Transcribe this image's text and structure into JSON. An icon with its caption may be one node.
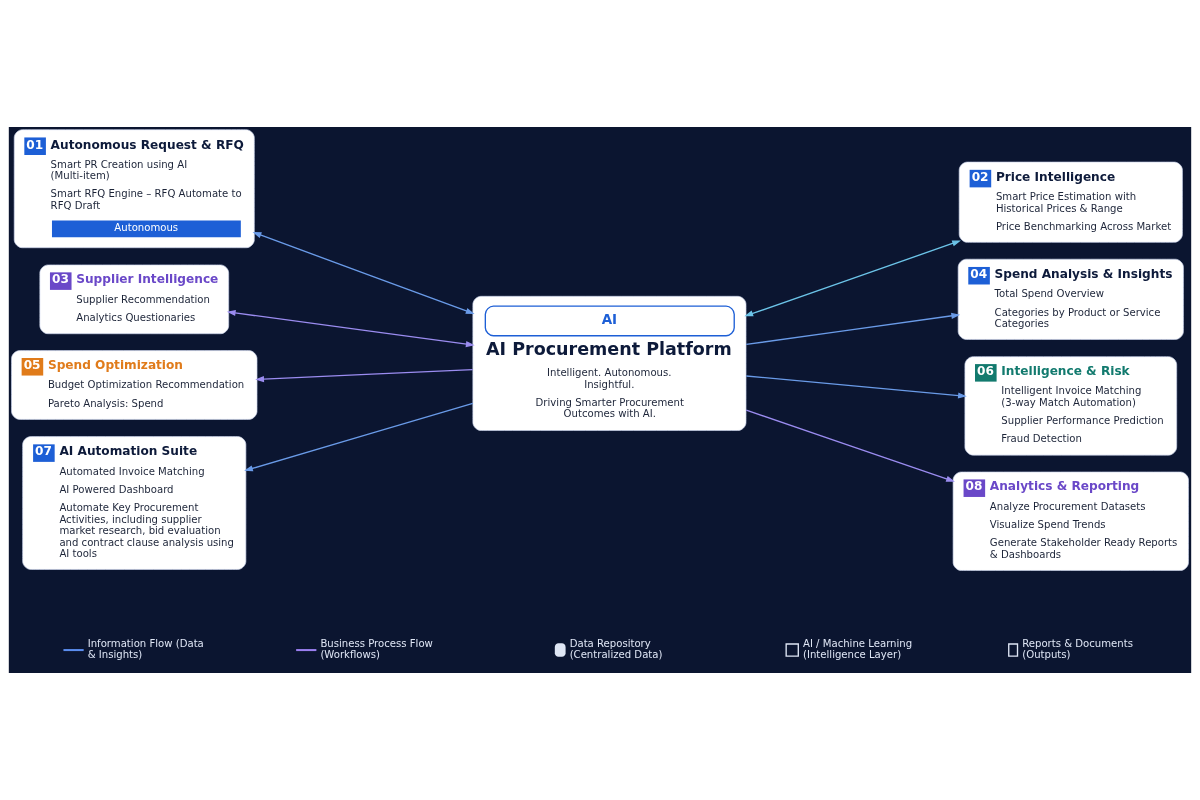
{
  "diagram": {
    "nodes": [
      {
        "text": [
          "01",
          "Autonomous Request & RFQ",
          "Smart PR Creation using AI (Multi-item)",
          "Smart RFQ Engine – RFQ Automate to RFQ Draft",
          "Autonomous"
        ]
      },
      {
        "text": [
          "02",
          "Price Intelligence",
          "Smart Price Estimation with Historical Prices & Range",
          "Price Benchmarking Across Market"
        ]
      },
      {
        "text": [
          "AI",
          "AI Procurement Platform",
          "Intelligent. Autonomous. Insightful.",
          "Driving Smarter Procurement Outcomes with AI."
        ]
      },
      {
        "text": [
          "03",
          "Supplier Intelligence",
          "Supplier Recommendation",
          "Analytics Questionaries"
        ]
      },
      {
        "text": [
          "04",
          "Spend Analysis & Insights",
          "Total Spend Overview",
          "Categories by Product or Service Categories"
        ]
      },
      {
        "text": [
          "05",
          "Spend Optimization",
          "Budget Optimization Recommendation",
          "Pareto Analysis: Spend"
        ]
      },
      {
        "text": [
          "06",
          "Intelligence & Risk",
          "Intelligent Invoice Matching (3-way Match Automation)",
          "Supplier Performance Prediction",
          "Fraud Detection"
        ]
      },
      {
        "text": [
          "07",
          "AI Automation Suite",
          "Automated Invoice Matching",
          "AI Powered Dashboard",
          "Automate Key Procurement Activities, including supplier market research, bid evaluation and contract clause analysis using AI tools"
        ]
      },
      {
        "text": [
          "08",
          "Analytics & Reporting",
          "Analyze Procurement Datasets",
          "Visualize Spend Trends",
          "Generate Stakeholder Ready Reports & Dashboards"
        ]
      }
    ],
    "edges": [
      {
        "from": 0,
        "to": 2,
        "arrow": "both"
      },
      {
        "from": 2,
        "to": 1,
        "arrow": "both",
        "color": "#6cc4e8"
      },
      {
        "from": 3,
        "to": 2,
        "arrow": "both",
        "color": "#9b8cf0"
      },
      {
        "from": 2,
        "to": 4,
        "arrow": "to"
      },
      {
        "from": 2,
        "to": 5,
        "arrow": "to",
        "color": "#9b8cf0"
      },
      {
        "from": 2,
        "to": 6,
        "arrow": "to"
      },
      {
        "from": 2,
        "to": 7,
        "arrow": "to"
      },
      {
        "from": 2,
        "to": 8,
        "arrow": "to",
        "color": "#9b8cf0"
      }
    ],
    "legend": [
      {
        "text": "Information Flow (Data & Insights)"
      },
      {
        "text": "Business Process Flow (Workflows)"
      },
      {
        "text": "Data Repository (Centralized Data)"
      },
      {
        "text": "AI / Machine Learning (Intelligence Layer)"
      },
      {
        "text": "Reports & Documents (Outputs)"
      }
    ]
  }
}
